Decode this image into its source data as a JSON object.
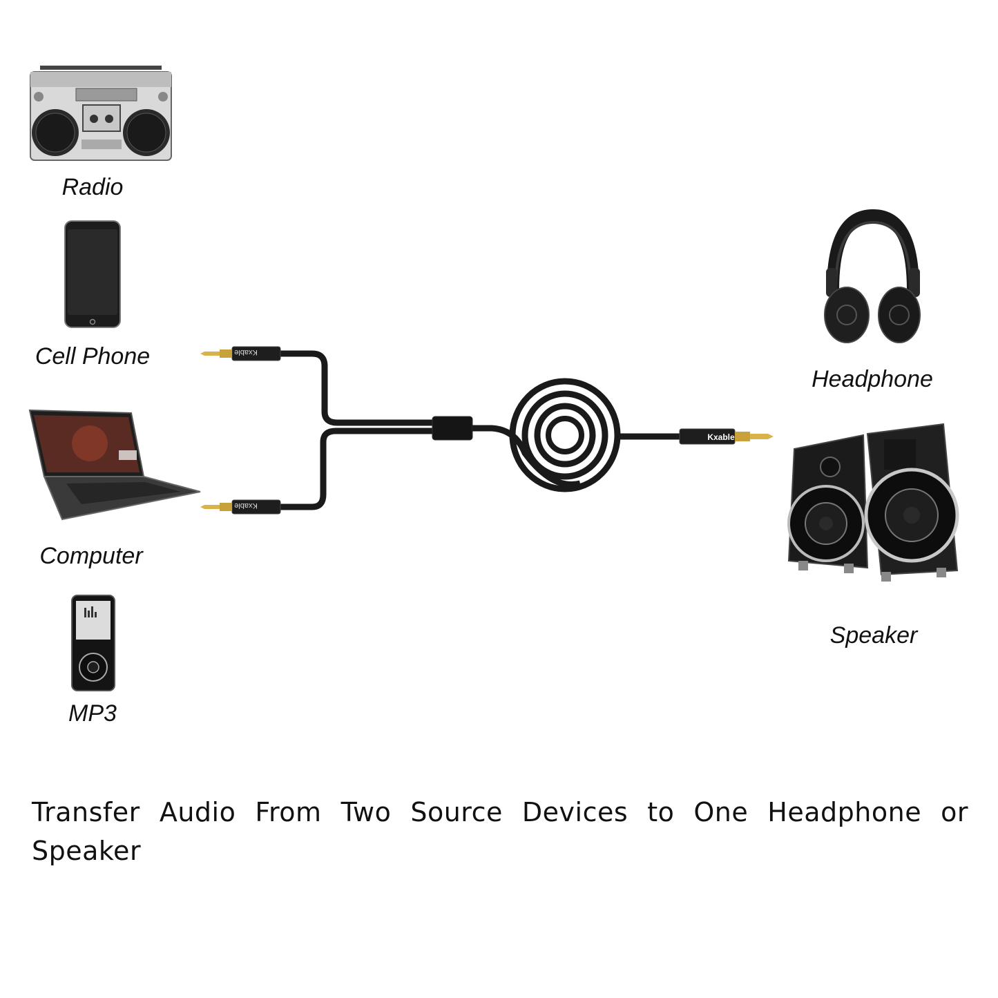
{
  "sources": {
    "radio": {
      "label": "Radio",
      "icon": "boombox-radio-icon"
    },
    "cell_phone": {
      "label": "Cell Phone",
      "icon": "smartphone-icon"
    },
    "computer": {
      "label": "Computer",
      "icon": "laptop-icon"
    },
    "mp3": {
      "label": "MP3",
      "icon": "mp3-player-icon"
    }
  },
  "outputs": {
    "headphone": {
      "label": "Headphone",
      "icon": "headphones-icon"
    },
    "speaker": {
      "label": "Speaker",
      "icon": "speakers-icon"
    }
  },
  "cable": {
    "brand": "Kxable",
    "icon": "y-splitter-audio-cable-icon",
    "plug_color": "#c9a13b",
    "cable_color": "#1a1a1a"
  },
  "caption": "Transfer Audio From Two Source Devices to One Headphone or Speaker"
}
